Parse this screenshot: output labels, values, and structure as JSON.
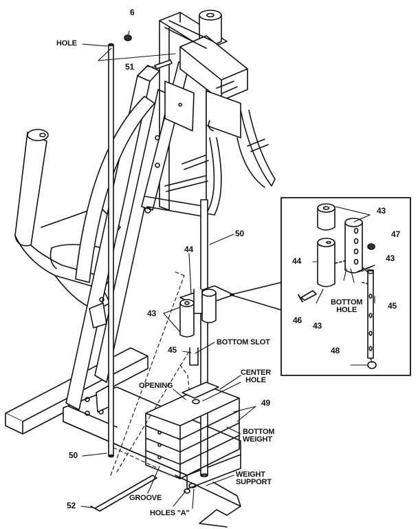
{
  "labels": {
    "hole": "HOLE",
    "part_6": "6",
    "part_51": "51",
    "part_50_upper": "50",
    "part_50_lower": "50",
    "part_44_main": "44",
    "part_43_main": "43",
    "part_45_main": "45",
    "bottom_slot": "BOTTOM SLOT",
    "center_hole": "CENTER\nHOLE",
    "opening": "OPENING",
    "part_49": "49",
    "bottom_weight": "BOTTOM\nWEIGHT",
    "weight_support": "WEIGHT\nSUPPORT",
    "part_52": "52",
    "groove": "GROOVE",
    "holes_a": "HOLES \"A\"",
    "inset": {
      "part_43_top": "43",
      "part_47": "47",
      "part_44": "44",
      "part_43_right": "43",
      "bottom_hole": "BOTTOM\nHOLE",
      "part_45": "45",
      "part_46": "46",
      "part_43_bottom": "43",
      "part_48": "48"
    }
  },
  "style": {
    "line_color": "#111111",
    "background": "#ffffff"
  }
}
